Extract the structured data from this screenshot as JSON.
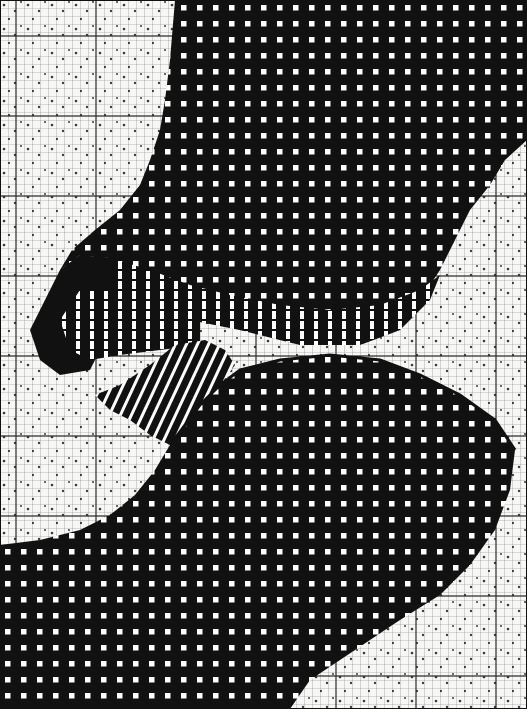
{
  "pattern": {
    "subject": "knitted-sock-chart",
    "colors": {
      "ink": "#111111",
      "paper": "#f7f7f5",
      "grid_fine": "#6a6a6a",
      "grid_major": "#2c2c2c",
      "dot": "#1a1a1a",
      "window": "#ffffff"
    },
    "legend": {
      "dark_stitch_symbol": "solid-black-cell",
      "light_stitch_symbol": "dotted-white-cell"
    }
  }
}
